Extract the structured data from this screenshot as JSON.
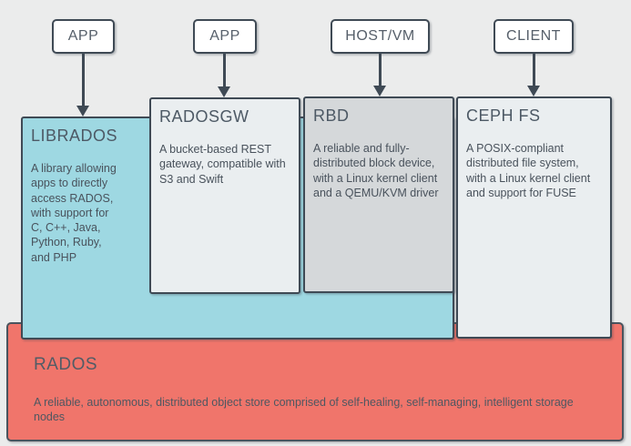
{
  "top_nodes": [
    {
      "label": "APP"
    },
    {
      "label": "APP"
    },
    {
      "label": "HOST/VM"
    },
    {
      "label": "CLIENT"
    }
  ],
  "columns": [
    {
      "title": "LIBRADOS",
      "body": "A library allowing\napps to directly\naccess RADOS,\nwith support for\nC, C++, Java,\nPython, Ruby,\nand PHP",
      "fill": "#9ed8e2"
    },
    {
      "title": "RADOSGW",
      "body": "A bucket-based REST\ngateway, compatible with\nS3 and Swift",
      "fill": "#eaeef0"
    },
    {
      "title": "RBD",
      "body": "A reliable and fully-\ndistributed block device,\nwith a Linux kernel client\nand a QEMU/KVM driver",
      "fill": "#d5d8da"
    },
    {
      "title": "CEPH FS",
      "body": "A POSIX-compliant\ndistributed file system,\nwith a Linux kernel client\nand support for FUSE",
      "fill": "#eaeef0"
    }
  ],
  "base": {
    "title": "RADOS",
    "body": "A reliable, autonomous, distributed object store comprised of self-healing, self-managing, intelligent storage\nnodes",
    "fill": "#f0756b"
  },
  "colors": {
    "background": "#ebecec",
    "border": "#3f4a55",
    "node_fill": "#ffffff",
    "teal": "#9ed8e2",
    "light_gray": "#eaeef0",
    "mid_gray": "#d5d8da",
    "salmon": "#f0756b",
    "title_text": "#4d5965",
    "body_text": "#49525c"
  }
}
